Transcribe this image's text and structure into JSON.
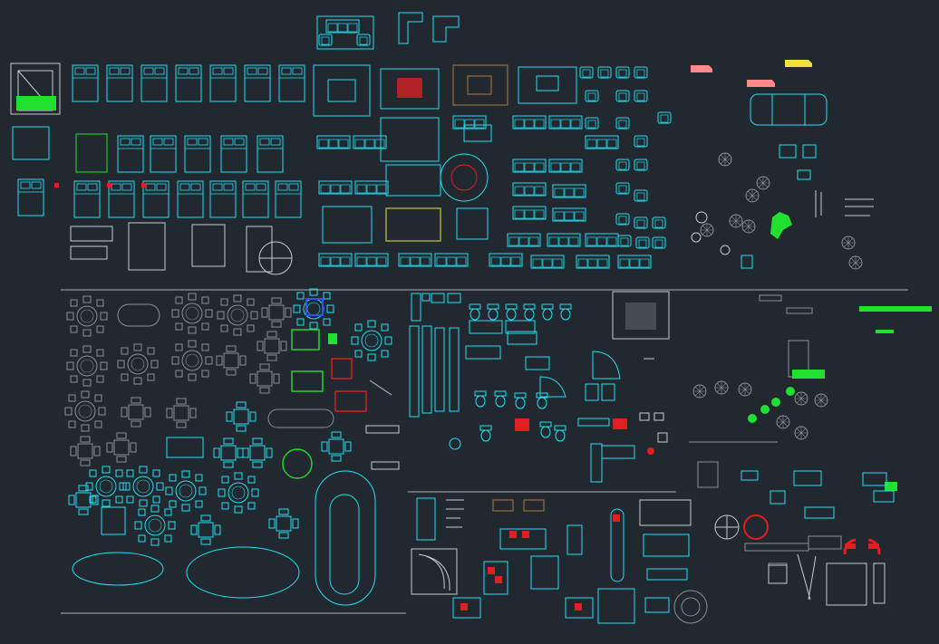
{
  "viewport": {
    "name": "cad-model-space",
    "background": "#212830"
  },
  "palette": {
    "cyan": "#22e0f0",
    "white": "#c9ccd0",
    "gray": "#8a9097",
    "yellow": "#f0e040",
    "red": "#e02020",
    "green": "#22e030",
    "blue": "#3050ff",
    "brown": "#b07a3a",
    "pink": "#ff8a8a",
    "divider": "#7d848b"
  },
  "regions": [
    {
      "id": "beds",
      "label": ""
    },
    {
      "id": "sofas",
      "label": ""
    },
    {
      "id": "vehicles-plants",
      "label": ""
    },
    {
      "id": "dining-tables",
      "label": ""
    },
    {
      "id": "bathroom-kitchen",
      "label": ""
    },
    {
      "id": "stairs-office",
      "label": ""
    },
    {
      "id": "misc-decor",
      "label": ""
    }
  ]
}
